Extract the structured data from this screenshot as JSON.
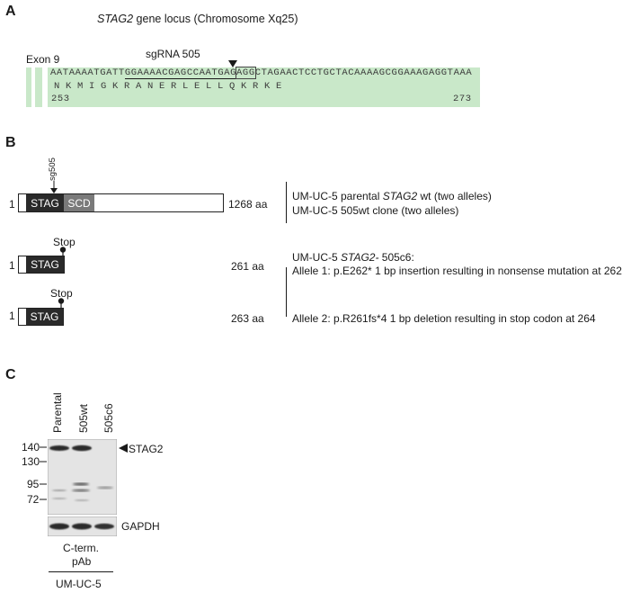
{
  "panel_a": {
    "letter": "A",
    "title_gene": "STAG2",
    "title_rest": " gene locus (Chromosome Xq25)",
    "exon_label": "Exon 9",
    "sgrna_label": "sgRNA 505",
    "seq_pre": "AATAAAATGATT",
    "seq_guide": "GGAAAACGAGCCAATGAG",
    "seq_pam": "AGG",
    "seq_post": "CTAGAACTCCTGCTACAAAAGCGGAAAGAG",
    "seq_intron": "GTAAA",
    "aa_seq": "N  K  M  I  G  K  R  A  N  E  R  L  E  L  L  Q  K  R  K  E",
    "aa_start": "253",
    "aa_end": "273",
    "highlight_color": "#c9e8c9"
  },
  "panel_b": {
    "letter": "B",
    "sg_label": "sg505",
    "full": {
      "start": "1",
      "domain1": "STAG",
      "domain2": "SCD",
      "length": "1268 aa"
    },
    "parental_lines": [
      {
        "pre": "UM-UC-5 parental ",
        "italic": "STAG2",
        "post": " wt (two alleles)"
      },
      {
        "pre": "UM-UC-5 505wt clone (two alleles)",
        "italic": "",
        "post": ""
      }
    ],
    "mut_header": {
      "pre": "UM-UC-5 ",
      "italic": "STAG2-",
      "post": " 505c6:"
    },
    "allele1": {
      "start": "1",
      "domain": "STAG",
      "stop": "Stop",
      "length": "261 aa",
      "text": "Allele 1: p.E262* 1 bp insertion resulting in nonsense mutation at 262"
    },
    "allele2": {
      "start": "1",
      "domain": "STAG",
      "stop": "Stop",
      "length": "263 aa",
      "text": "Allele 2: p.R261fs*4 1 bp deletion resulting in stop codon at 264"
    }
  },
  "panel_c": {
    "letter": "C",
    "lanes": [
      "Parental",
      "505wt",
      "505c6"
    ],
    "mw_markers": [
      "140",
      "130",
      "95",
      "72"
    ],
    "target_label": "STAG2",
    "control_label": "GAPDH",
    "antibody_line1": "C-term.",
    "antibody_line2": "pAb",
    "cell_line": "UM-UC-5"
  }
}
